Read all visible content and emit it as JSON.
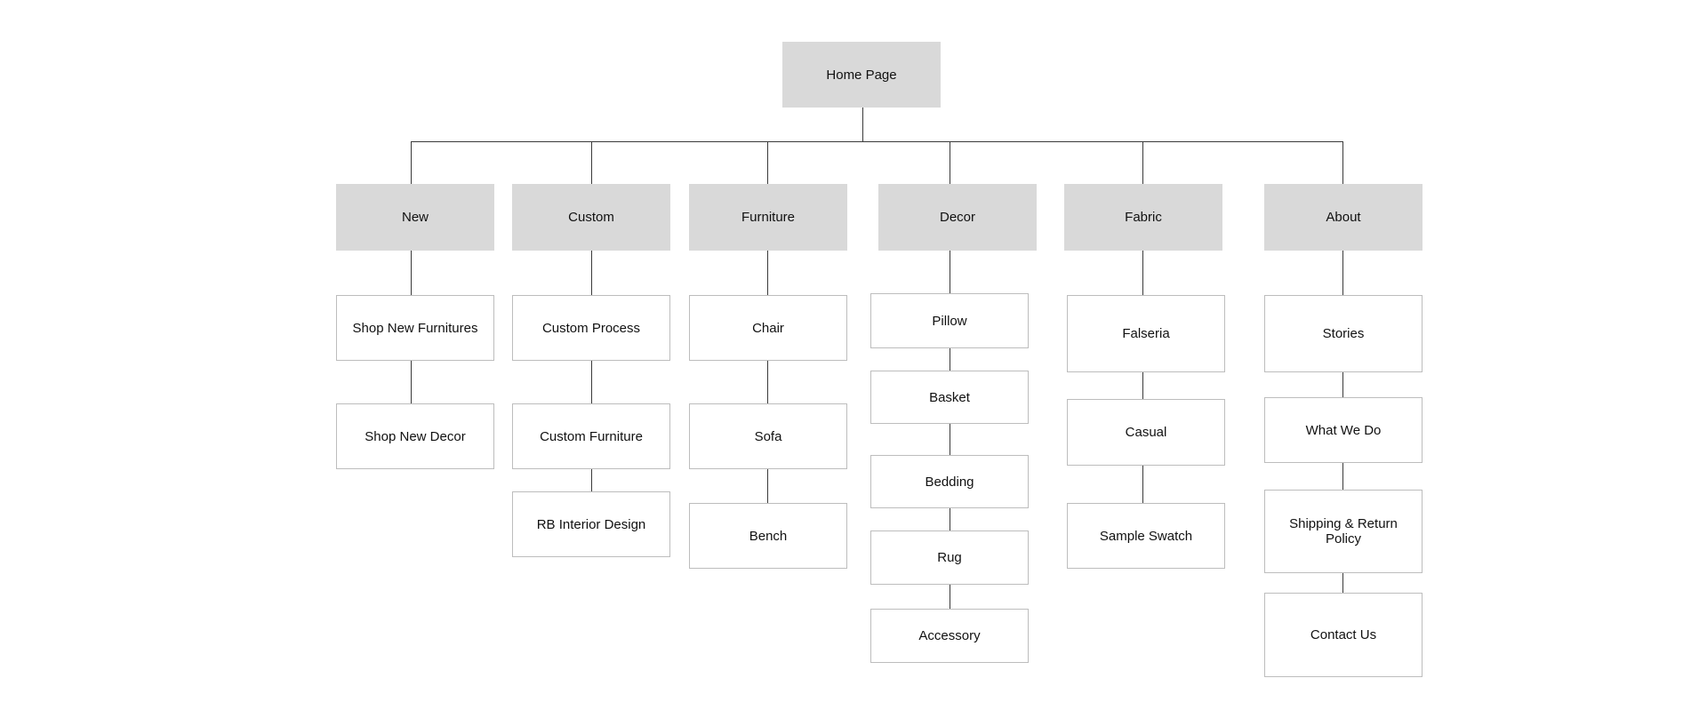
{
  "root": {
    "label": "Home Page"
  },
  "categories": [
    {
      "label": "New",
      "children": [
        "Shop New Furnitures",
        "Shop New Decor"
      ]
    },
    {
      "label": "Custom",
      "children": [
        "Custom Process",
        "Custom Furniture",
        "RB Interior Design"
      ]
    },
    {
      "label": "Furniture",
      "children": [
        "Chair",
        "Sofa",
        "Bench"
      ]
    },
    {
      "label": "Decor",
      "children": [
        "Pillow",
        "Basket",
        "Bedding",
        "Rug",
        "Accessory"
      ]
    },
    {
      "label": "Fabric",
      "children": [
        "Falseria",
        "Casual",
        "Sample Swatch"
      ]
    },
    {
      "label": "About",
      "children": [
        "Stories",
        "What We Do",
        "Shipping & Return Policy",
        "Contact Us"
      ]
    }
  ],
  "colors": {
    "filled_node": "#d9d9d9",
    "outlined_border": "#bdbdbd",
    "connector": "#3a3a3a"
  }
}
